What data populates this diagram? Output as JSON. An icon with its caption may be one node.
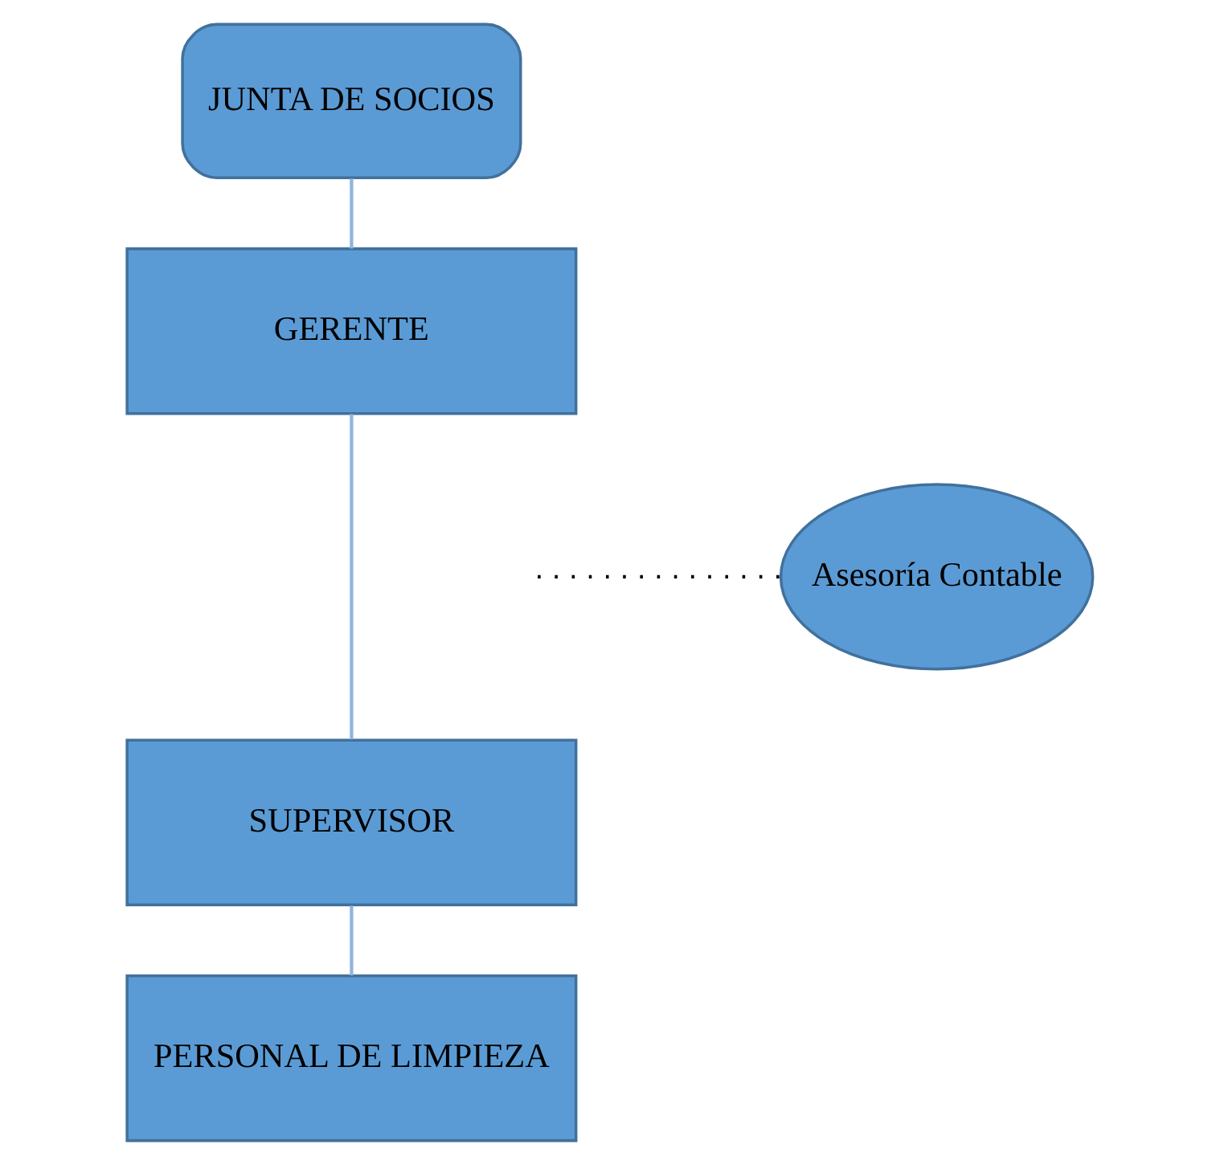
{
  "diagram": {
    "nodes": [
      {
        "text": [
          "JUNTA DE SOCIOS"
        ]
      },
      {
        "text": [
          "GERENTE"
        ]
      },
      {
        "text": [
          "SUPERVISOR"
        ]
      },
      {
        "text": [
          "PERSONAL DE LIMPIEZA"
        ]
      },
      {
        "text": [
          "Asesoría Contable"
        ]
      }
    ],
    "edges": [
      {
        "from": 0,
        "to": 1,
        "arrow": "none"
      },
      {
        "from": 1,
        "to": 2,
        "arrow": "none"
      },
      {
        "from": 2,
        "to": 3,
        "arrow": "none"
      },
      {
        "from": 4,
        "to": null,
        "arrow": "none",
        "style": "dashed",
        "color": "#000000"
      }
    ]
  }
}
